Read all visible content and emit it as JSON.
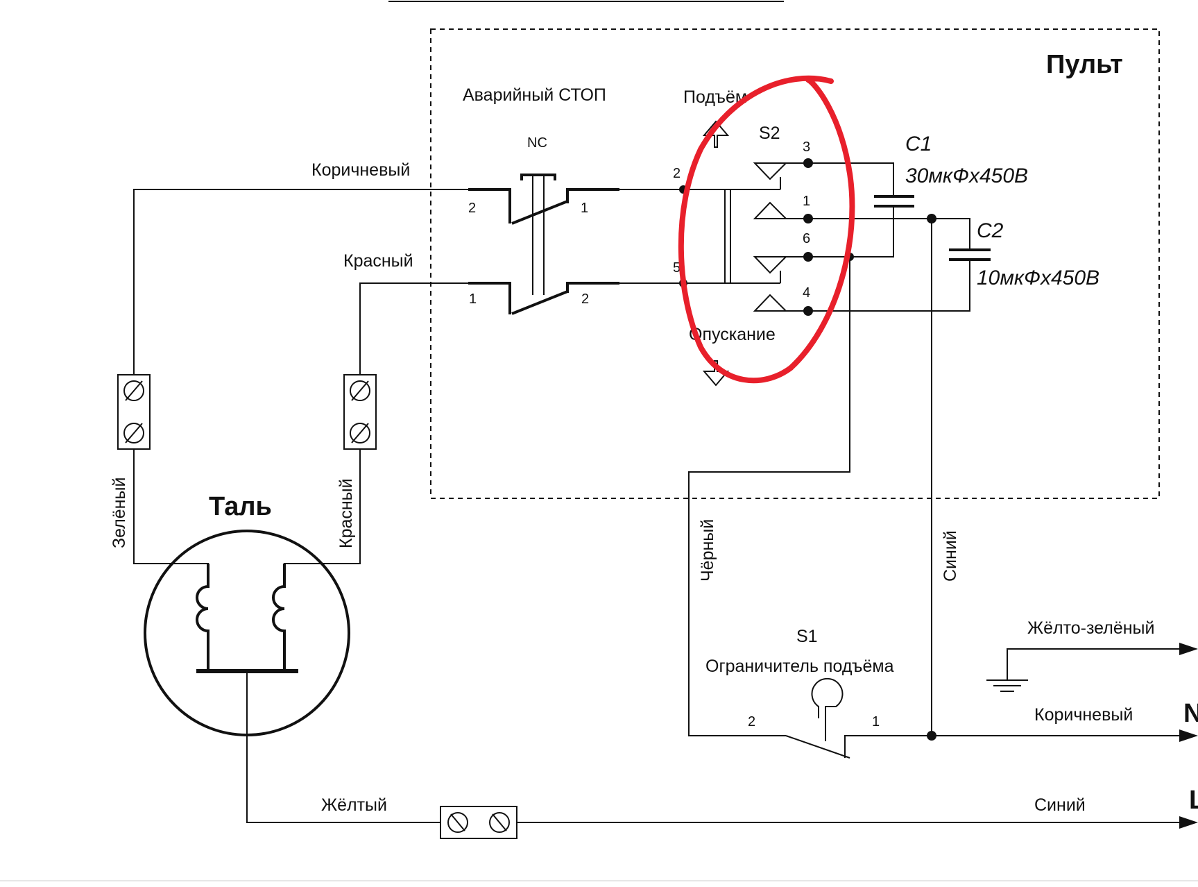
{
  "diagram": {
    "remote_title": "Пульт",
    "hoist_title": "Таль",
    "emergency_stop": {
      "label": "Аварийный СТОП",
      "contact_type": "NC"
    },
    "s2": {
      "name": "S2",
      "up_label": "Подъём",
      "down_label": "Опускание",
      "pins": [
        "3",
        "1",
        "6",
        "4",
        "2",
        "5"
      ]
    },
    "s1": {
      "name": "S1",
      "label": "Ограничитель подъёма",
      "pin_left": "2",
      "pin_right": "1"
    },
    "c1": {
      "name": "C1",
      "value": "30мкФх450В"
    },
    "c2": {
      "name": "C2",
      "value": "10мкФх450В"
    },
    "stop_pins": {
      "top_left": "2",
      "top_right": "1",
      "bottom_left": "1",
      "bottom_right": "2"
    },
    "wires": {
      "brown_top": "Коричневый",
      "red_top": "Красный",
      "green": "Зелёный",
      "red_vertical": "Красный",
      "black": "Чёрный",
      "blue_vertical": "Синий",
      "yellow_green": "Жёлто-зелёный",
      "brown_bottom": "Коричневый",
      "yellow": "Жёлтый",
      "blue_bottom": "Синий"
    },
    "mains_labels": {
      "n": "N",
      "l": "L"
    }
  },
  "colors": {
    "line": "#111111",
    "highlight": "#e8202b"
  }
}
